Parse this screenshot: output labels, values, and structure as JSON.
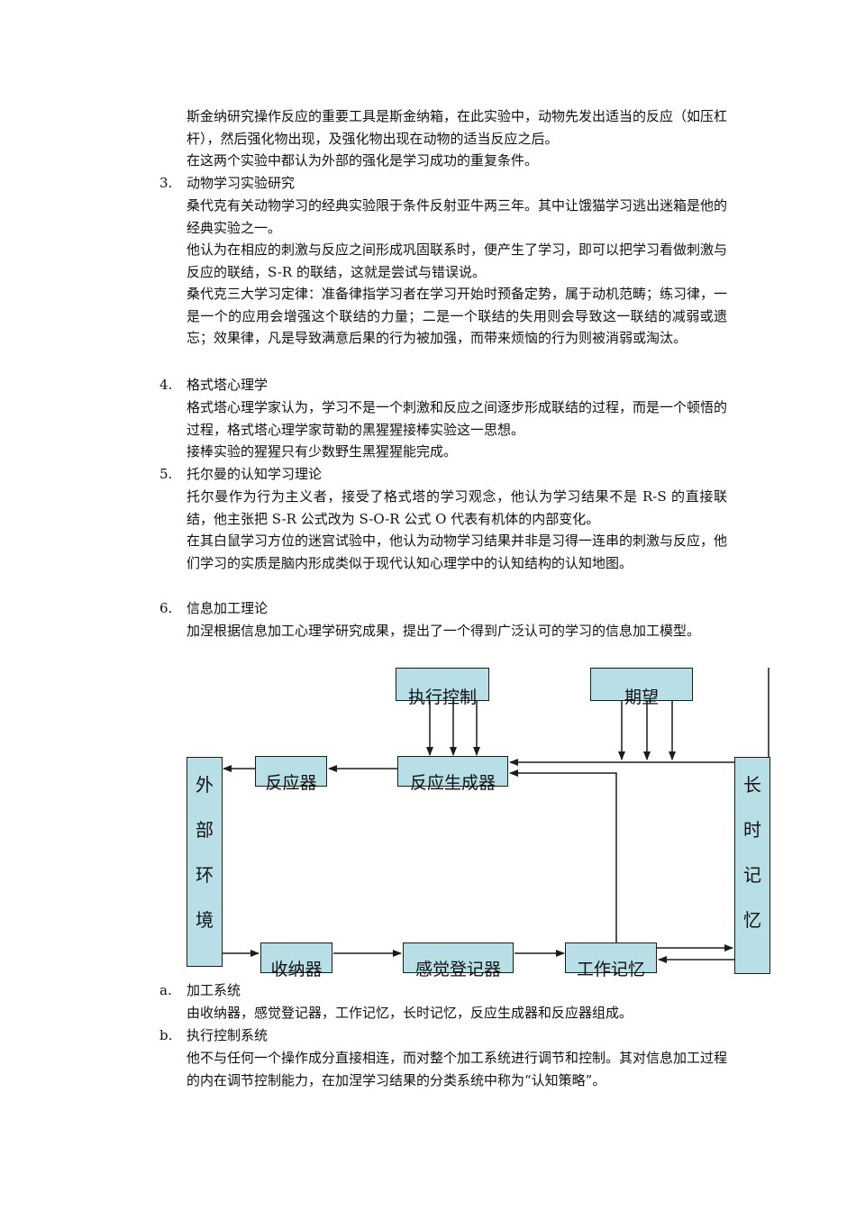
{
  "paragraphs": {
    "p1": "斯金纳研究操作反应的重要工具是斯金纳箱，在此实验中，动物先发出适当的反应（如压杠杆），然后强化物出现，及强化物出现在动物的适当反应之后。",
    "p2": "在这两个实验中都认为外部的强化是学习成功的重复条件。",
    "s3_num": "3.",
    "s3_title": "动物学习实验研究",
    "p3": "桑代克有关动物学习的经典实验限于条件反射亚牛两三年。其中让饿猫学习逃出迷箱是他的经典实验之一。",
    "p4": "他认为在相应的刺激与反应之间形成巩固联系时，便产生了学习，即可以把学习看做刺激与反应的联结，S-R 的联结，这就是尝试与错误说。",
    "p5": "桑代克三大学习定律：准备律指学习者在学习开始时预备定势，属于动机范畴；练习律，一是一个的应用会增强这个联结的力量；二是一个联结的失用则会导致这一联结的减弱或遗忘；效果律，凡是导致满意后果的行为被加强，而带来烦恼的行为则被消弱或淘汰。",
    "s4_num": "4.",
    "s4_title": "格式塔心理学",
    "p6": "格式塔心理学家认为，学习不是一个刺激和反应之间逐步形成联结的过程，而是一个顿悟的过程，格式塔心理学家苛勒的黑猩猩接棒实验这一思想。",
    "p7": "接棒实验的猩猩只有少数野生黑猩猩能完成。",
    "s5_num": "5.",
    "s5_title": "托尔曼的认知学习理论",
    "p8": "托尔曼作为行为主义者，接受了格式塔的学习观念，他认为学习结果不是 R-S 的直接联结，他主张把 S-R 公式改为 S-O-R 公式 O 代表有机体的内部变化。",
    "p9": "在其白鼠学习方位的迷宫试验中，他认为动物学习结果并非是习得一连串的刺激与反应，他们学习的实质是脑内形成类似于现代认知心理学中的认知结构的认知地图。",
    "s6_num": "6.",
    "s6_title": "信息加工理论",
    "p10": "加涅根据信息加工心理学研究成果，提出了一个得到广泛认可的学习的信息加工模型。",
    "sa_num": "a.",
    "sa_title": "加工系统",
    "p11": "由收纳器，感觉登记器，工作记忆，长时记忆，反应生成器和反应器组成。",
    "sb_num": "b.",
    "sb_title": "执行控制系统",
    "p12": "他不与任何一个操作成分直接相连，而对整个加工系统进行调节和控制。其对信息加工过程的内在调节控制能力，在加涅学习结果的分类系统中称为“认知策略”。"
  },
  "diagram": {
    "exec_control": "执行控制",
    "expectation": "期望",
    "external_env": [
      "外",
      "部",
      "环",
      "境"
    ],
    "effector": "反应器",
    "response_generator": "反应生成器",
    "long_term_memory": [
      "长",
      "时",
      "记",
      "忆"
    ],
    "receptor": "收纳器",
    "sensory_register": "感觉登记器",
    "working_memory": "工作记忆"
  },
  "colors": {
    "box_fill": "#b9dfe6",
    "line": "#1b1b1b"
  }
}
